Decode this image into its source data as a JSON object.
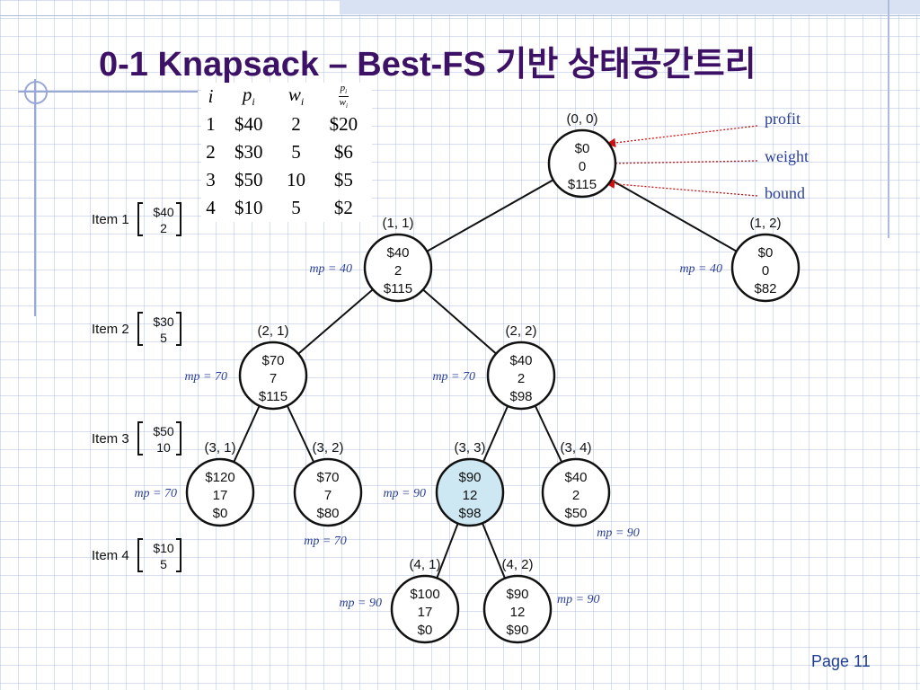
{
  "title": "0-1 Knapsack – Best-FS 기반 상태공간트리",
  "table": {
    "headers": {
      "i": "i",
      "p": "p",
      "p_sub": "i",
      "w": "w",
      "w_sub": "i",
      "ratio_num": "p",
      "ratio_den": "w",
      "ratio_sub": "i"
    },
    "rows": [
      [
        "1",
        "$40",
        "2",
        "$20"
      ],
      [
        "2",
        "$30",
        "5",
        "$6"
      ],
      [
        "3",
        "$50",
        "10",
        "$5"
      ],
      [
        "4",
        "$10",
        "5",
        "$2"
      ]
    ]
  },
  "items": [
    {
      "label": "Item 1",
      "profit": "$40",
      "weight": "2"
    },
    {
      "label": "Item 2",
      "profit": "$30",
      "weight": "5"
    },
    {
      "label": "Item 3",
      "profit": "$50",
      "weight": "10"
    },
    {
      "label": "Item 4",
      "profit": "$10",
      "weight": "5"
    }
  ],
  "legend": {
    "profit": "profit",
    "weight": "weight",
    "bound": "bound"
  },
  "highlight_color": "#cde8f2",
  "nodes": [
    {
      "id": "n00",
      "label": "(0, 0)",
      "profit": "$0",
      "weight": "0",
      "bound": "$115",
      "mp": ""
    },
    {
      "id": "n11",
      "label": "(1, 1)",
      "profit": "$40",
      "weight": "2",
      "bound": "$115",
      "mp": "mp = 40"
    },
    {
      "id": "n12",
      "label": "(1, 2)",
      "profit": "$0",
      "weight": "0",
      "bound": "$82",
      "mp": "mp = 40"
    },
    {
      "id": "n21",
      "label": "(2, 1)",
      "profit": "$70",
      "weight": "7",
      "bound": "$115",
      "mp": "mp = 70"
    },
    {
      "id": "n22",
      "label": "(2, 2)",
      "profit": "$40",
      "weight": "2",
      "bound": "$98",
      "mp": "mp = 70"
    },
    {
      "id": "n31",
      "label": "(3, 1)",
      "profit": "$120",
      "weight": "17",
      "bound": "$0",
      "mp": "mp = 70"
    },
    {
      "id": "n32",
      "label": "(3, 2)",
      "profit": "$70",
      "weight": "7",
      "bound": "$80",
      "mp": "mp = 70"
    },
    {
      "id": "n33",
      "label": "(3, 3)",
      "profit": "$90",
      "weight": "12",
      "bound": "$98",
      "mp": "mp = 90",
      "highlight": true
    },
    {
      "id": "n34",
      "label": "(3, 4)",
      "profit": "$40",
      "weight": "2",
      "bound": "$50",
      "mp": "mp = 90"
    },
    {
      "id": "n41",
      "label": "(4, 1)",
      "profit": "$100",
      "weight": "17",
      "bound": "$0",
      "mp": "mp = 90"
    },
    {
      "id": "n42",
      "label": "(4, 2)",
      "profit": "$90",
      "weight": "12",
      "bound": "$90",
      "mp": "mp = 90"
    }
  ],
  "edges": [
    [
      "n00",
      "n11"
    ],
    [
      "n00",
      "n12"
    ],
    [
      "n11",
      "n21"
    ],
    [
      "n11",
      "n22"
    ],
    [
      "n21",
      "n31"
    ],
    [
      "n21",
      "n32"
    ],
    [
      "n22",
      "n33"
    ],
    [
      "n22",
      "n34"
    ],
    [
      "n33",
      "n41"
    ],
    [
      "n33",
      "n42"
    ]
  ],
  "page": "Page 11"
}
